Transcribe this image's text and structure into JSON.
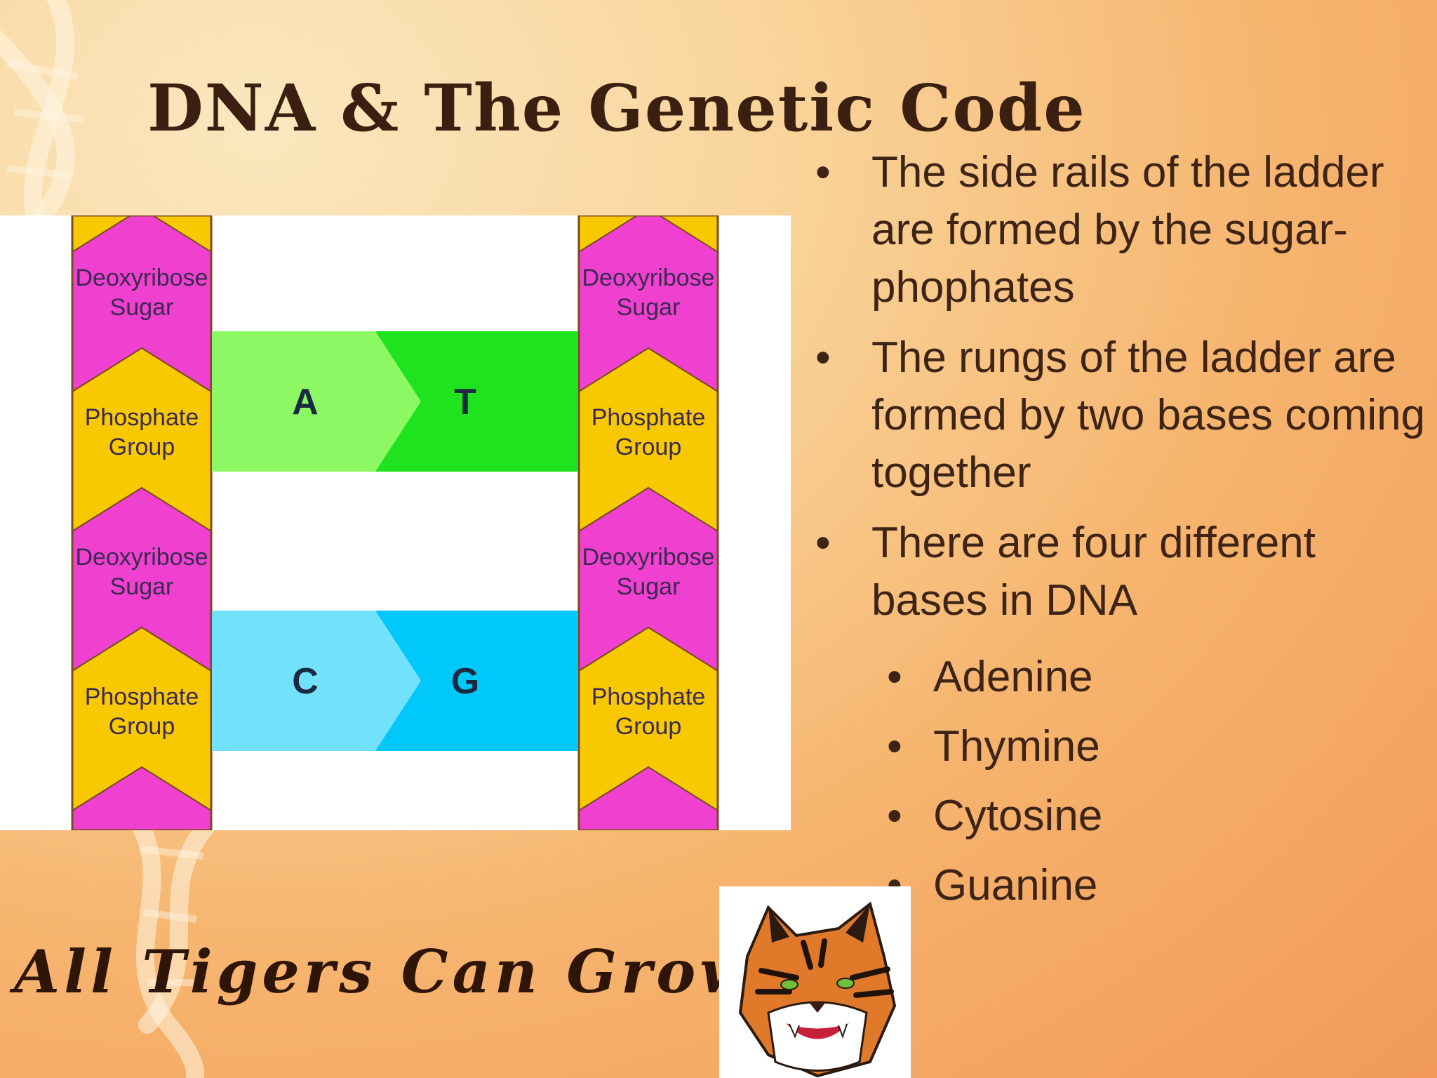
{
  "slide": {
    "title": "DNA & The Genetic Code",
    "motto": "All Tigers Can Grow!",
    "background_colors": [
      "#fbe7bf",
      "#f6b46e",
      "#f19a57"
    ],
    "text_color": "#3e2416"
  },
  "diagram": {
    "backbone_left": [
      {
        "type": "sugar",
        "line1": "Deoxyribose",
        "line2": "Sugar"
      },
      {
        "type": "phosphate",
        "line1": "Phosphate",
        "line2": "Group"
      },
      {
        "type": "sugar",
        "line1": "Deoxyribose",
        "line2": "Sugar"
      },
      {
        "type": "phosphate",
        "line1": "Phosphate",
        "line2": "Group"
      }
    ],
    "backbone_right": [
      {
        "type": "sugar",
        "line1": "Deoxyribose",
        "line2": "Sugar"
      },
      {
        "type": "phosphate",
        "line1": "Phosphate",
        "line2": "Group"
      },
      {
        "type": "sugar",
        "line1": "Deoxyribose",
        "line2": "Sugar"
      },
      {
        "type": "phosphate",
        "line1": "Phosphate",
        "line2": "Group"
      }
    ],
    "rungs": [
      {
        "left_base": "A",
        "right_base": "T",
        "left_color": "#8cf864",
        "right_color": "#1ee31e"
      },
      {
        "left_base": "C",
        "right_base": "G",
        "left_color": "#72e2fc",
        "right_color": "#00c8fa"
      }
    ],
    "sugar_color": "#f040d0",
    "phosphate_color": "#f8c800"
  },
  "bullets": [
    {
      "level": 1,
      "text": "The side rails of the ladder are formed by the sugar-phophates"
    },
    {
      "level": 1,
      "text": "The rungs of the ladder are formed by two bases coming together"
    },
    {
      "level": 1,
      "text": "There are four different bases in DNA"
    },
    {
      "level": 2,
      "text": "Adenine"
    },
    {
      "level": 2,
      "text": "Thymine"
    },
    {
      "level": 2,
      "text": "Cytosine"
    },
    {
      "level": 2,
      "text": "Guanine"
    }
  ],
  "images": {
    "tiger_logo": "tiger-mascot-icon",
    "background_decoration": "dna-helix-icon"
  }
}
